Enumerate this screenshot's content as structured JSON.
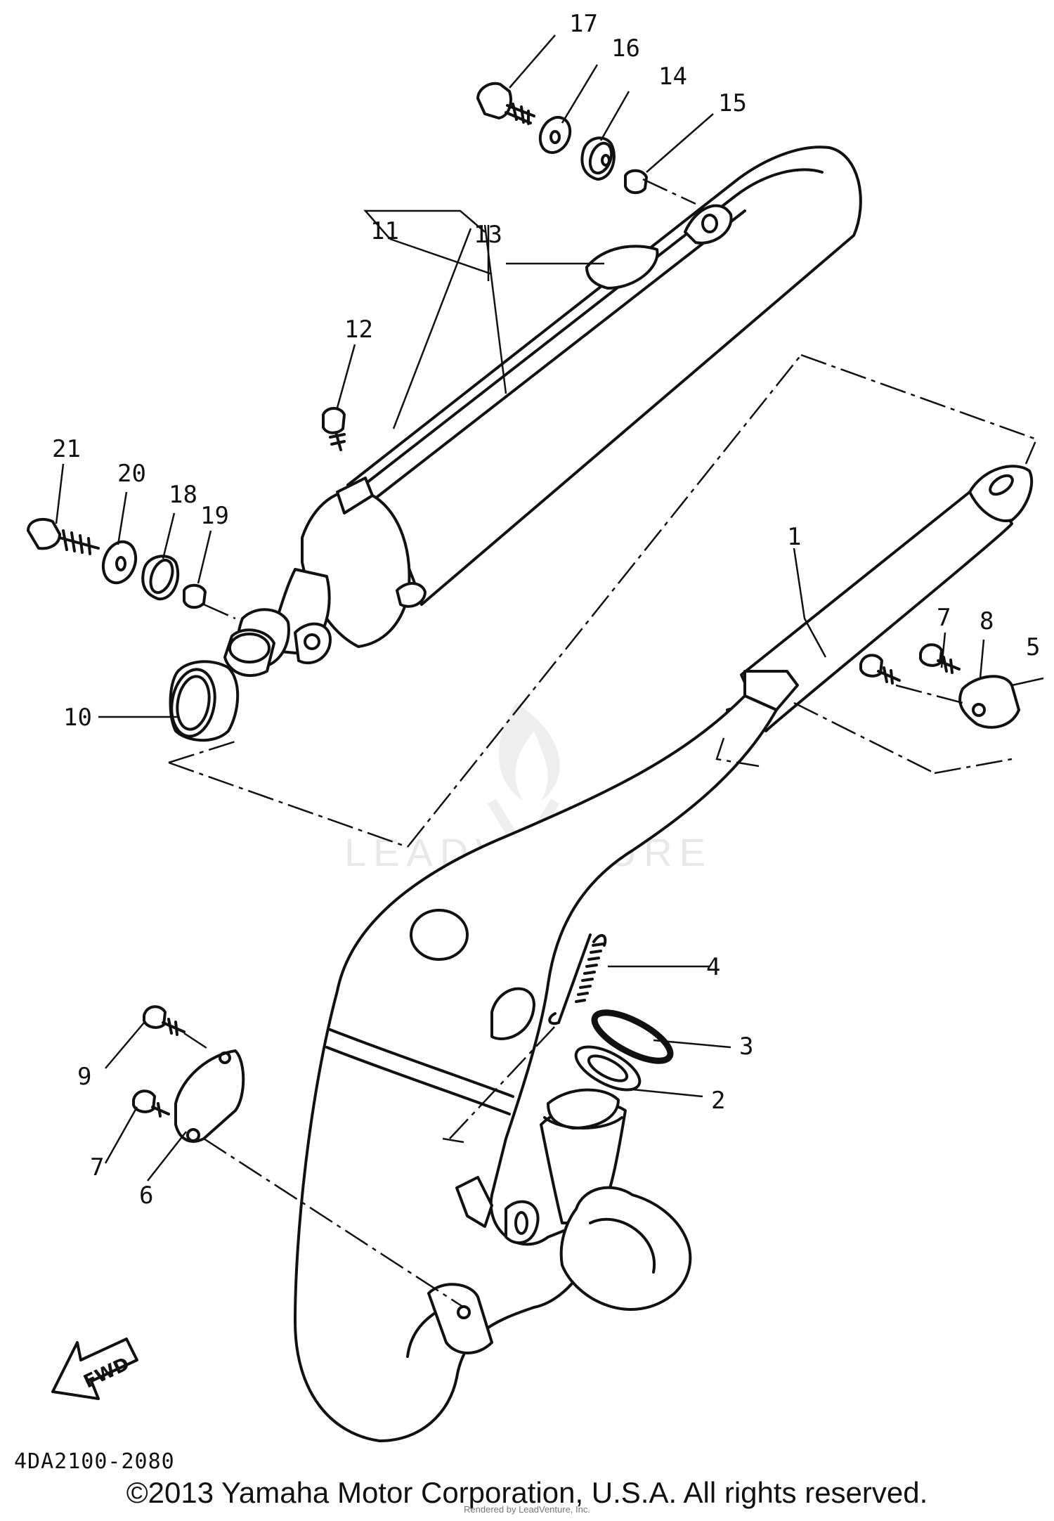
{
  "watermark": "LEADVENTURE",
  "fwd_label": "FWD",
  "diagram_code": "4DA2100-2080",
  "copyright": "©2013 Yamaha Motor Corporation, U.S.A. All rights reserved.",
  "rendered_by": "Rendered by LeadVenture, Inc.",
  "callouts": {
    "c1": "1",
    "c2": "2",
    "c3": "3",
    "c4": "4",
    "c5": "5",
    "c6": "6",
    "c7a": "7",
    "c7b": "7",
    "c8": "8",
    "c9": "9",
    "c10": "10",
    "c11": "11",
    "c12": "12",
    "c13": "13",
    "c14": "14",
    "c15": "15",
    "c16": "16",
    "c17": "17",
    "c18": "18",
    "c19": "19",
    "c20": "20",
    "c21": "21"
  }
}
